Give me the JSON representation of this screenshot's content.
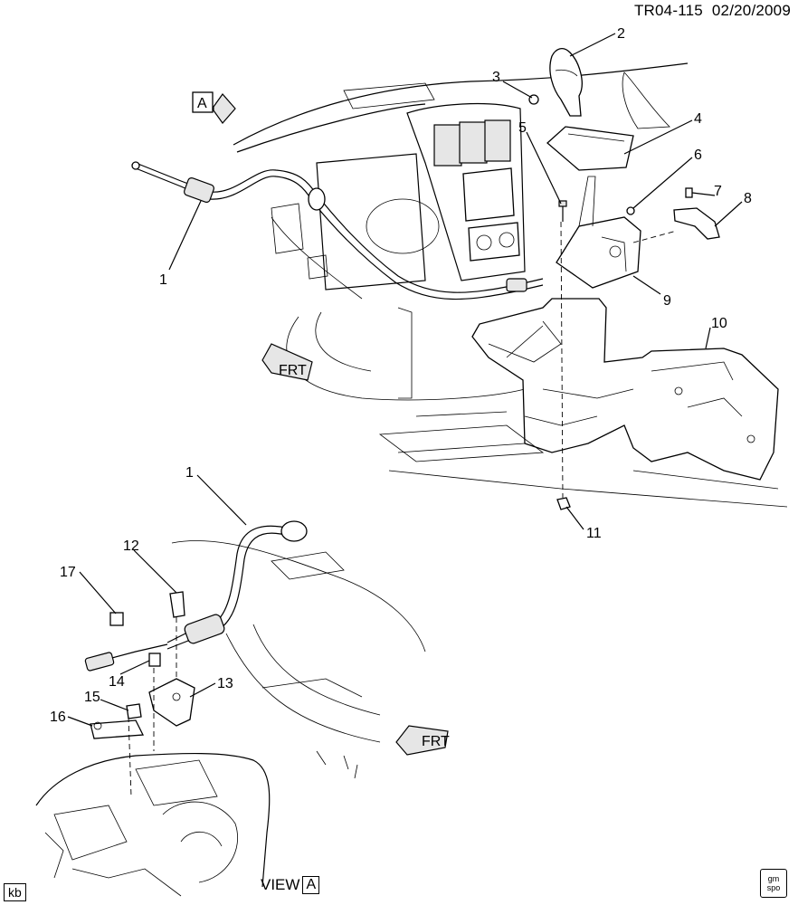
{
  "header": {
    "diagram_id": "TR04-115",
    "date": "02/20/2009"
  },
  "view_marker": {
    "letter": "A"
  },
  "view_label": {
    "text": "VIEW",
    "letter": "A"
  },
  "front_arrow": {
    "text": "FRT"
  },
  "footer": {
    "badge": "kb"
  },
  "logo": {
    "line1": "gm",
    "line2": "spo"
  },
  "callouts": [
    "1",
    "2",
    "3",
    "4",
    "5",
    "6",
    "7",
    "8",
    "9",
    "10",
    "11",
    "1",
    "12",
    "17",
    "14",
    "13",
    "15",
    "16"
  ]
}
